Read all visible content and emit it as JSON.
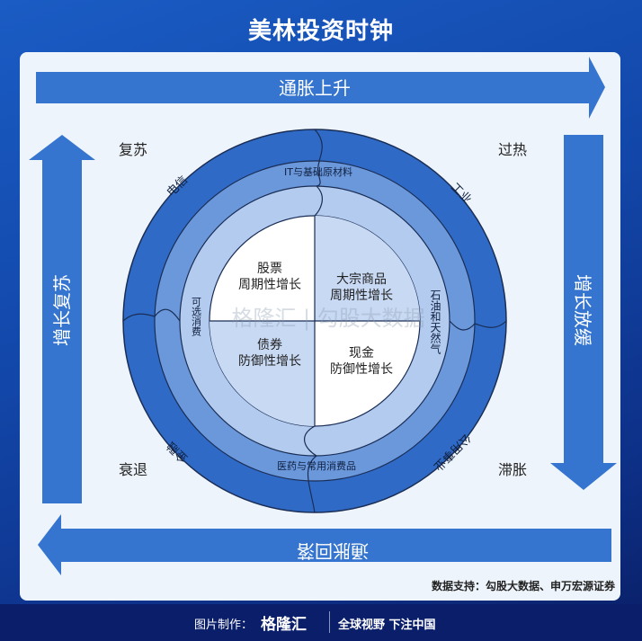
{
  "title": "美林投资时钟",
  "arrows": {
    "top": "通胀上升",
    "left": "增长复苏",
    "right": "增长放缓",
    "bottom": "通胀回落"
  },
  "phases": {
    "top_left": "复苏",
    "top_right": "过热",
    "bottom_left": "衰退",
    "bottom_right": "滞胀"
  },
  "outer_ring": [
    "电信",
    "工业",
    "公用事业",
    "金融"
  ],
  "inner_ring": [
    "IT与基础原材料",
    "石油和天然气",
    "医药与常用消费品",
    "可选消费"
  ],
  "quadrants": {
    "top_left": [
      "股票",
      "周期性增长"
    ],
    "top_right": [
      "大宗商品",
      "周期性增长"
    ],
    "bottom_left": [
      "债券",
      "防御性增长"
    ],
    "bottom_right": [
      "现金",
      "防御性增长"
    ]
  },
  "watermark": "格隆汇 | 勾股大数据",
  "source": "数据支持：勾股大数据、申万宏源证券",
  "footer": {
    "made_by": "图片制作：",
    "logo": "格隆汇",
    "slogan": "全球视野 下注中国"
  },
  "colors": {
    "arrow": "#3575cf",
    "outer_ring": "#2f6bc6",
    "mid_ring": "#6a98db",
    "inner_ring": "#b3cbef",
    "center": "#ffffff"
  }
}
